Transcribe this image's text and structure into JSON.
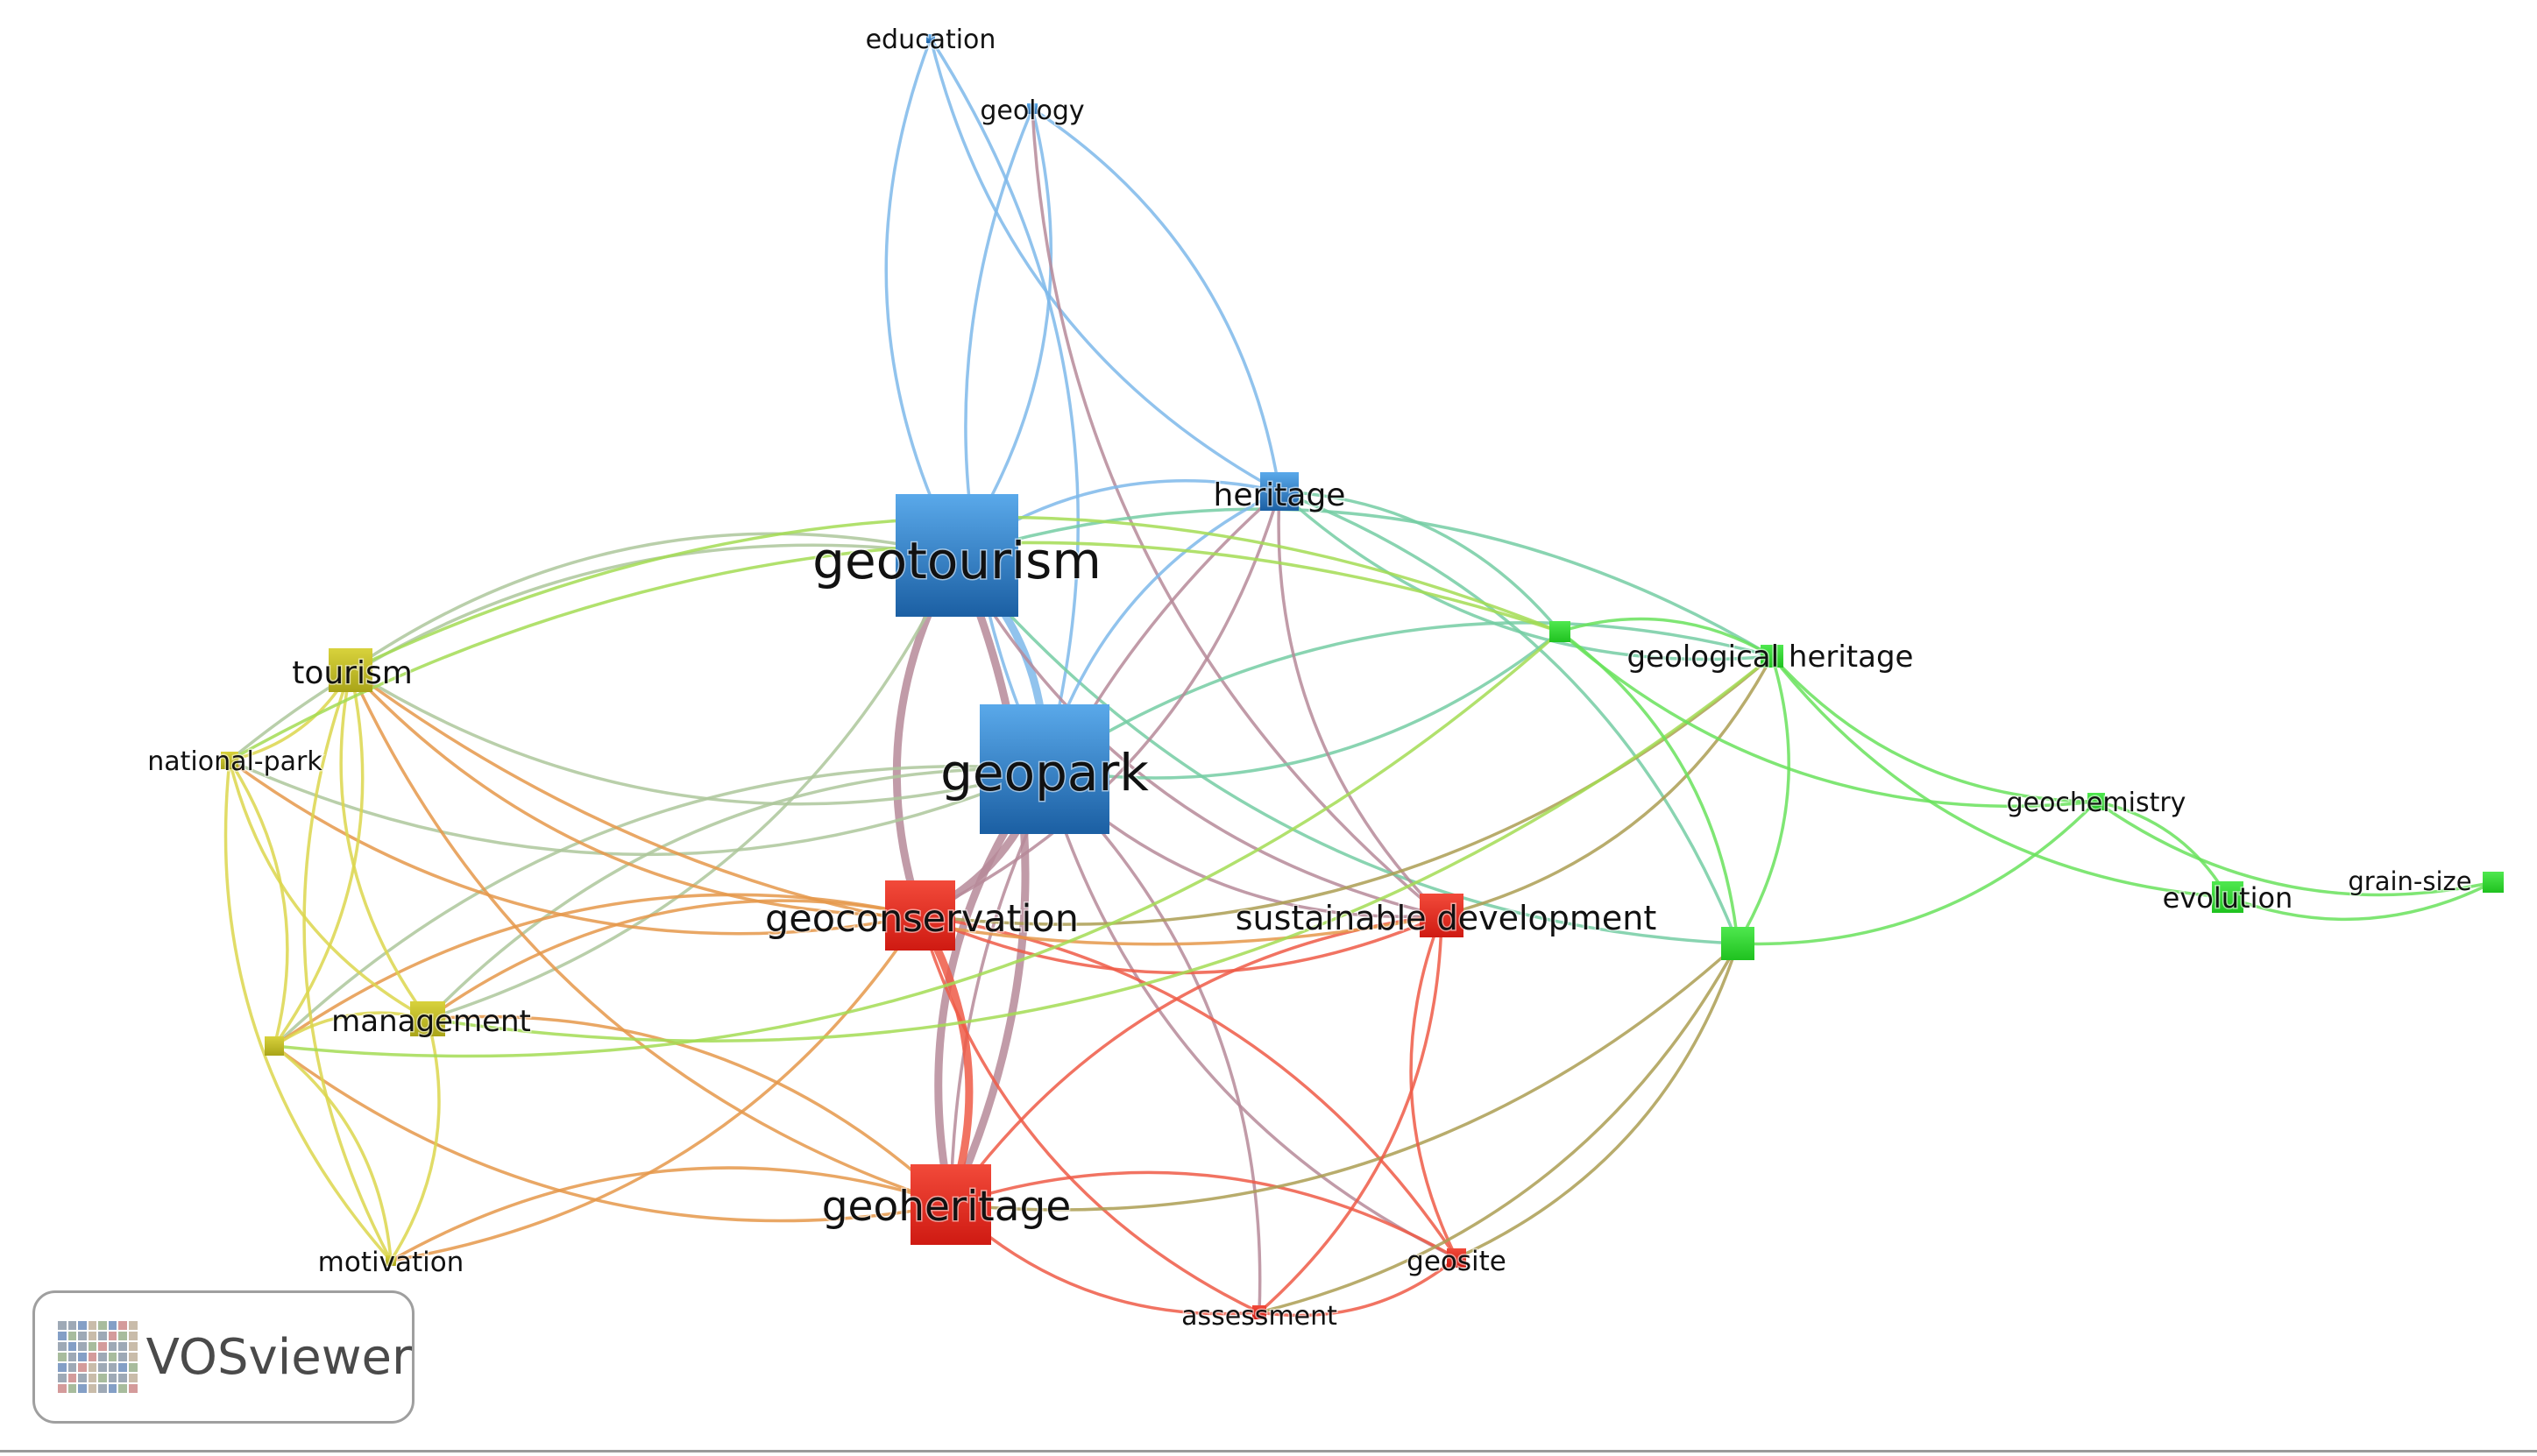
{
  "diagram": {
    "nodes": [
      {
        "id": "geotourism",
        "label": "geotourism",
        "cluster": "blue"
      },
      {
        "id": "geopark",
        "label": "geopark",
        "cluster": "blue"
      },
      {
        "id": "heritage",
        "label": "heritage",
        "cluster": "blue"
      },
      {
        "id": "education",
        "label": "education",
        "cluster": "blue"
      },
      {
        "id": "geology",
        "label": "geology",
        "cluster": "blue"
      },
      {
        "id": "geoconservation",
        "label": "geoconservation",
        "cluster": "red"
      },
      {
        "id": "geoheritage",
        "label": "geoheritage",
        "cluster": "red"
      },
      {
        "id": "sustainable",
        "label": "sustainable development",
        "cluster": "red"
      },
      {
        "id": "geosite",
        "label": "geosite",
        "cluster": "red"
      },
      {
        "id": "assessment",
        "label": "assessment",
        "cluster": "red"
      },
      {
        "id": "tourism",
        "label": "tourism",
        "cluster": "yellow"
      },
      {
        "id": "nationalpark",
        "label": "national-park",
        "cluster": "yellow"
      },
      {
        "id": "management",
        "label": "management",
        "cluster": "yellow"
      },
      {
        "id": "motivation",
        "label": "motivation",
        "cluster": "yellow"
      },
      {
        "id": "yellow_unl",
        "label": "",
        "cluster": "yellow"
      },
      {
        "id": "geologicalheritage",
        "label": "geological heritage",
        "cluster": "green"
      },
      {
        "id": "geochemistry",
        "label": "geochemistry",
        "cluster": "green"
      },
      {
        "id": "evolution",
        "label": "evolution",
        "cluster": "green"
      },
      {
        "id": "grainsize",
        "label": "grain-size",
        "cluster": "green"
      },
      {
        "id": "green_unl1",
        "label": "",
        "cluster": "green"
      },
      {
        "id": "green_unl2",
        "label": "",
        "cluster": "green"
      }
    ],
    "edges": [
      [
        "education",
        "geotourism"
      ],
      [
        "education",
        "geopark"
      ],
      [
        "education",
        "heritage"
      ],
      [
        "geology",
        "geotourism"
      ],
      [
        "geology",
        "geopark"
      ],
      [
        "geology",
        "heritage"
      ],
      [
        "geology",
        "sustainable"
      ],
      [
        "geotourism",
        "geopark"
      ],
      [
        "geotourism",
        "geoconservation"
      ],
      [
        "geotourism",
        "geoheritage"
      ],
      [
        "geotourism",
        "tourism"
      ],
      [
        "geotourism",
        "heritage"
      ],
      [
        "geotourism",
        "sustainable"
      ],
      [
        "geotourism",
        "management"
      ],
      [
        "geotourism",
        "nationalpark"
      ],
      [
        "geotourism",
        "geologicalheritage"
      ],
      [
        "geotourism",
        "green_unl2"
      ],
      [
        "geopark",
        "geoconservation"
      ],
      [
        "geopark",
        "geoheritage"
      ],
      [
        "geopark",
        "heritage"
      ],
      [
        "geopark",
        "sustainable"
      ],
      [
        "geopark",
        "tourism"
      ],
      [
        "geopark",
        "management"
      ],
      [
        "geopark",
        "geologicalheritage"
      ],
      [
        "geopark",
        "green_unl1"
      ],
      [
        "geopark",
        "assessment"
      ],
      [
        "geopark",
        "geosite"
      ],
      [
        "geopark",
        "nationalpark"
      ],
      [
        "geopark",
        "yellow_unl"
      ],
      [
        "heritage",
        "geoconservation"
      ],
      [
        "heritage",
        "geoheritage"
      ],
      [
        "heritage",
        "green_unl1"
      ],
      [
        "heritage",
        "geologicalheritage"
      ],
      [
        "heritage",
        "green_unl2"
      ],
      [
        "heritage",
        "sustainable"
      ],
      [
        "geoconservation",
        "geoheritage"
      ],
      [
        "geoconservation",
        "sustainable"
      ],
      [
        "geoconservation",
        "tourism"
      ],
      [
        "geoconservation",
        "management"
      ],
      [
        "geoconservation",
        "nationalpark"
      ],
      [
        "geoconservation",
        "assessment"
      ],
      [
        "geoconservation",
        "geosite"
      ],
      [
        "geoconservation",
        "yellow_unl"
      ],
      [
        "geoconservation",
        "motivation"
      ],
      [
        "geoconservation",
        "geologicalheritage"
      ],
      [
        "geoheritage",
        "sustainable"
      ],
      [
        "geoheritage",
        "assessment"
      ],
      [
        "geoheritage",
        "geosite"
      ],
      [
        "geoheritage",
        "management"
      ],
      [
        "geoheritage",
        "tourism"
      ],
      [
        "geoheritage",
        "motivation"
      ],
      [
        "geoheritage",
        "yellow_unl"
      ],
      [
        "geoheritage",
        "green_unl2"
      ],
      [
        "sustainable",
        "assessment"
      ],
      [
        "sustainable",
        "geosite"
      ],
      [
        "sustainable",
        "tourism"
      ],
      [
        "sustainable",
        "geologicalheritage"
      ],
      [
        "geosite",
        "assessment"
      ],
      [
        "geosite",
        "green_unl2"
      ],
      [
        "tourism",
        "nationalpark"
      ],
      [
        "tourism",
        "management"
      ],
      [
        "tourism",
        "yellow_unl"
      ],
      [
        "tourism",
        "motivation"
      ],
      [
        "tourism",
        "green_unl1"
      ],
      [
        "nationalpark",
        "management"
      ],
      [
        "nationalpark",
        "yellow_unl"
      ],
      [
        "nationalpark",
        "motivation"
      ],
      [
        "nationalpark",
        "green_unl1"
      ],
      [
        "management",
        "yellow_unl"
      ],
      [
        "management",
        "motivation"
      ],
      [
        "management",
        "geologicalheritage"
      ],
      [
        "yellow_unl",
        "motivation"
      ],
      [
        "yellow_unl",
        "green_unl1"
      ],
      [
        "green_unl1",
        "geologicalheritage"
      ],
      [
        "green_unl1",
        "geochemistry"
      ],
      [
        "green_unl1",
        "green_unl2"
      ],
      [
        "geologicalheritage",
        "geochemistry"
      ],
      [
        "geologicalheritage",
        "green_unl2"
      ],
      [
        "geologicalheritage",
        "evolution"
      ],
      [
        "geochemistry",
        "evolution"
      ],
      [
        "geochemistry",
        "grainsize"
      ],
      [
        "geochemistry",
        "green_unl2"
      ],
      [
        "evolution",
        "grainsize"
      ],
      [
        "green_unl2",
        "assessment"
      ]
    ],
    "cluster_colors": {
      "blue": "#2e83cf",
      "red": "#e2261c",
      "yellow": "#c8c21e",
      "green": "#2fd12f"
    },
    "edge_colors": {
      "blue": "#7eb8ea",
      "red": "#ee5a47",
      "yellow": "#dcd64c",
      "green": "#69e25c"
    }
  },
  "brand": {
    "text": "VOSviewer",
    "icon": "vosviewer-logo-icon"
  }
}
